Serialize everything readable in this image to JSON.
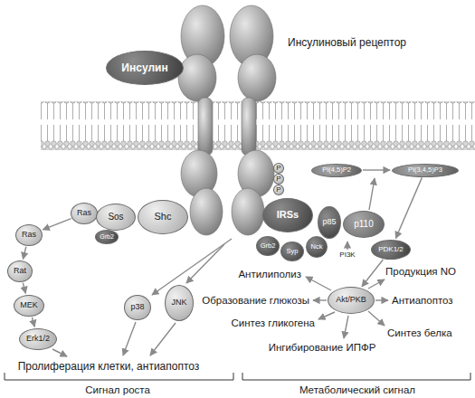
{
  "diagram": {
    "nodes": [
      {
        "text": [
          "Инсулин"
        ]
      },
      {
        "text": [
          "P"
        ]
      },
      {
        "text": [
          "P"
        ]
      },
      {
        "text": [
          "P"
        ]
      },
      {
        "text": [
          "PI(4,5)P2"
        ]
      },
      {
        "text": [
          "PI(3,4,5)P3"
        ]
      },
      {
        "text": [
          "Ras"
        ]
      },
      {
        "text": [
          "Sos"
        ]
      },
      {
        "text": [
          "Shc"
        ]
      },
      {
        "text": [
          "IRSs"
        ]
      },
      {
        "text": [
          "p85"
        ]
      },
      {
        "text": [
          "p110"
        ]
      },
      {
        "text": [
          "Grb2"
        ]
      },
      {
        "text": [
          "Ras"
        ]
      },
      {
        "text": [
          "Grb2"
        ]
      },
      {
        "text": [
          "Syp"
        ]
      },
      {
        "text": [
          "Nck"
        ]
      },
      {
        "text": [
          "PDK1/2"
        ]
      },
      {
        "text": [
          "Rat"
        ]
      },
      {
        "text": [
          "Akt/PKB"
        ]
      },
      {
        "text": [
          "JNK"
        ]
      },
      {
        "text": [
          "p38"
        ]
      },
      {
        "text": [
          "MEK"
        ]
      },
      {
        "text": [
          "Erk1/2"
        ]
      }
    ],
    "edges": [
      {
        "from": 6,
        "to": 13,
        "arrow": "to"
      },
      {
        "from": 13,
        "to": 18,
        "arrow": "to"
      },
      {
        "from": 18,
        "to": 22,
        "arrow": "to"
      },
      {
        "from": 22,
        "to": 23,
        "arrow": "to"
      },
      {
        "from": 4,
        "to": 5,
        "arrow": "to"
      },
      {
        "from": 5,
        "to": 17,
        "arrow": "to"
      },
      {
        "from": 17,
        "to": 19,
        "arrow": "to"
      }
    ],
    "labels": [
      "Инсулиновый рецептор",
      "PI3K",
      "Антилиполиз",
      "Продукция NO",
      "Образование глюкозы",
      "Антиапоптоз",
      "Синтез гликогена",
      "Синтез белка",
      "Ингибирование ИПФР",
      "Пролиферация клетки, антиапоптоз",
      "Сигнал роста",
      "Метаболический сигнал"
    ]
  }
}
